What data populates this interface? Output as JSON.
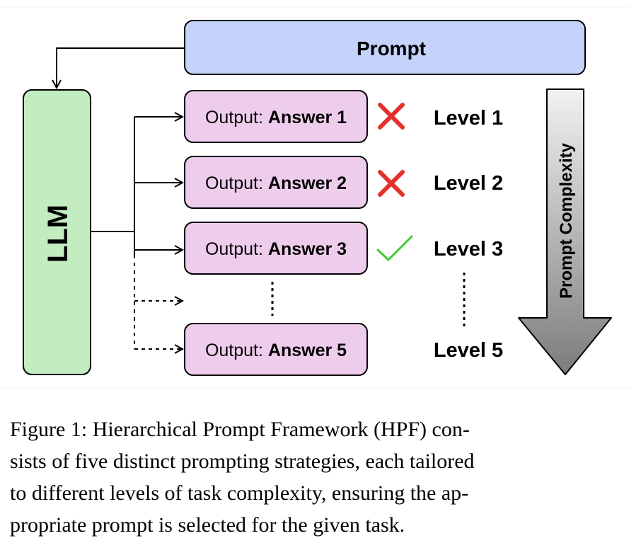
{
  "diagram": {
    "prompt_label": "Prompt",
    "llm_label": "LLM",
    "output_prefix": "Output:",
    "outputs": [
      {
        "answer": "Answer 1",
        "status": "wrong",
        "level": "Level 1"
      },
      {
        "answer": "Answer 2",
        "status": "wrong",
        "level": "Level 2"
      },
      {
        "answer": "Answer 3",
        "status": "correct",
        "level": "Level 3"
      },
      {
        "answer": "Answer 5",
        "status": "none",
        "level": "Level 5"
      }
    ],
    "complexity_label": "Prompt Complexity",
    "colors": {
      "prompt_fill": "#c5d3fb",
      "llm_fill": "#c3ecc1",
      "output_fill": "#eecdec",
      "wrong_mark": "#e5312b",
      "correct_mark": "#3ccc2e",
      "arrow_gradient_top": "#f2f2f2",
      "arrow_gradient_bottom": "#7c7c7c"
    }
  },
  "caption": {
    "line1": "Figure 1: Hierarchical Prompt Framework (HPF) con-",
    "line2": "sists of five distinct prompting strategies, each tailored",
    "line3": "to different levels of task complexity, ensuring the ap-",
    "line4": "propriate prompt is selected for the given task."
  }
}
